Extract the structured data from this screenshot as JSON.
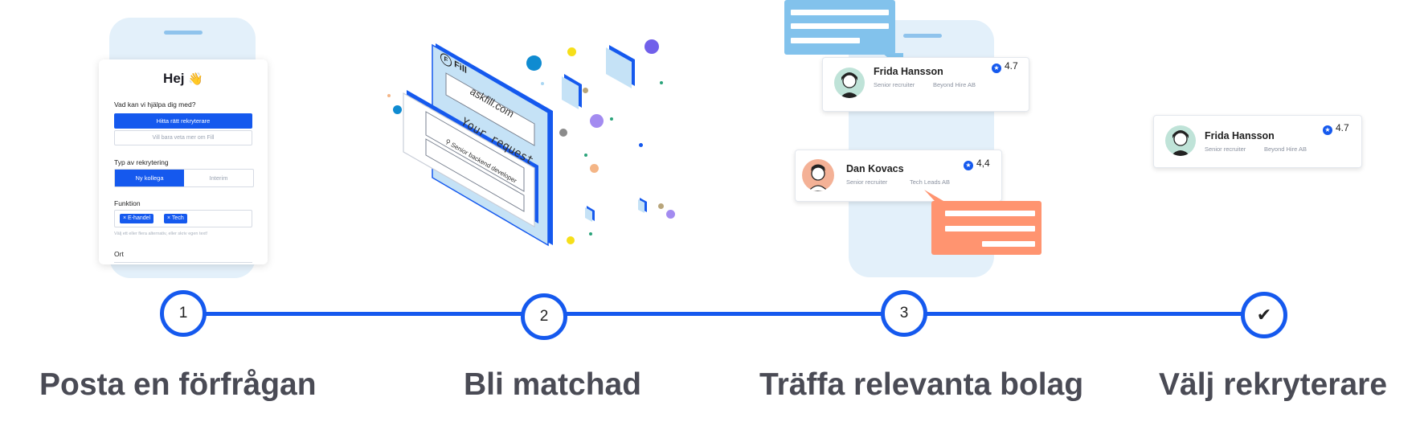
{
  "colors": {
    "accent": "#1559ee",
    "phone_bg": "#e3f0fa",
    "bubble_blue": "#82c2ec",
    "bubble_orange": "#ff9470",
    "label_gray": "#4a4b55"
  },
  "form": {
    "greeting": "Hej",
    "greeting_icon": "waving-hand-icon",
    "help_label": "Vad kan vi hjälpa dig med?",
    "primary_button": "Hitta rätt rekryterare",
    "secondary_button": "Vill bara veta mer om Fill",
    "recruit_type_label": "Typ av rekrytering",
    "recruit_type_options": [
      "Ny kollega",
      "Interim"
    ],
    "recruit_type_selected": "Ny kollega",
    "function_label": "Funktion",
    "tags": [
      "E-handel",
      "Tech"
    ],
    "tag_remove_icon": "close-icon",
    "hint": "Välj ett eller flera alternativ, eller skriv egen text!",
    "location_label": "Ort"
  },
  "illustration": {
    "brand": "Fill",
    "url": "askfill.com",
    "request_title": "Your request",
    "request_query": "Senior backend developer",
    "search_icon": "search-icon"
  },
  "recruiters": [
    {
      "name": "Frida Hansson",
      "role": "Senior recruiter",
      "company": "Beyond Hire AB",
      "rating": "4.7"
    },
    {
      "name": "Dan Kovacs",
      "role": "Senior recruiter",
      "company": "Tech Leads AB",
      "rating": "4,4"
    },
    {
      "name": "Frida Hansson",
      "role": "Senior recruiter",
      "company": "Beyond Hire AB",
      "rating": "4.7"
    }
  ],
  "rating_icon": "star-icon",
  "steps": [
    {
      "marker": "1",
      "label": "Posta en förfrågan"
    },
    {
      "marker": "2",
      "label": "Bli matchad"
    },
    {
      "marker": "3",
      "label": "Träffa relevanta bolag"
    },
    {
      "marker": "✔",
      "label": "Välj rekryterare",
      "marker_icon": "checkmark-icon"
    }
  ]
}
